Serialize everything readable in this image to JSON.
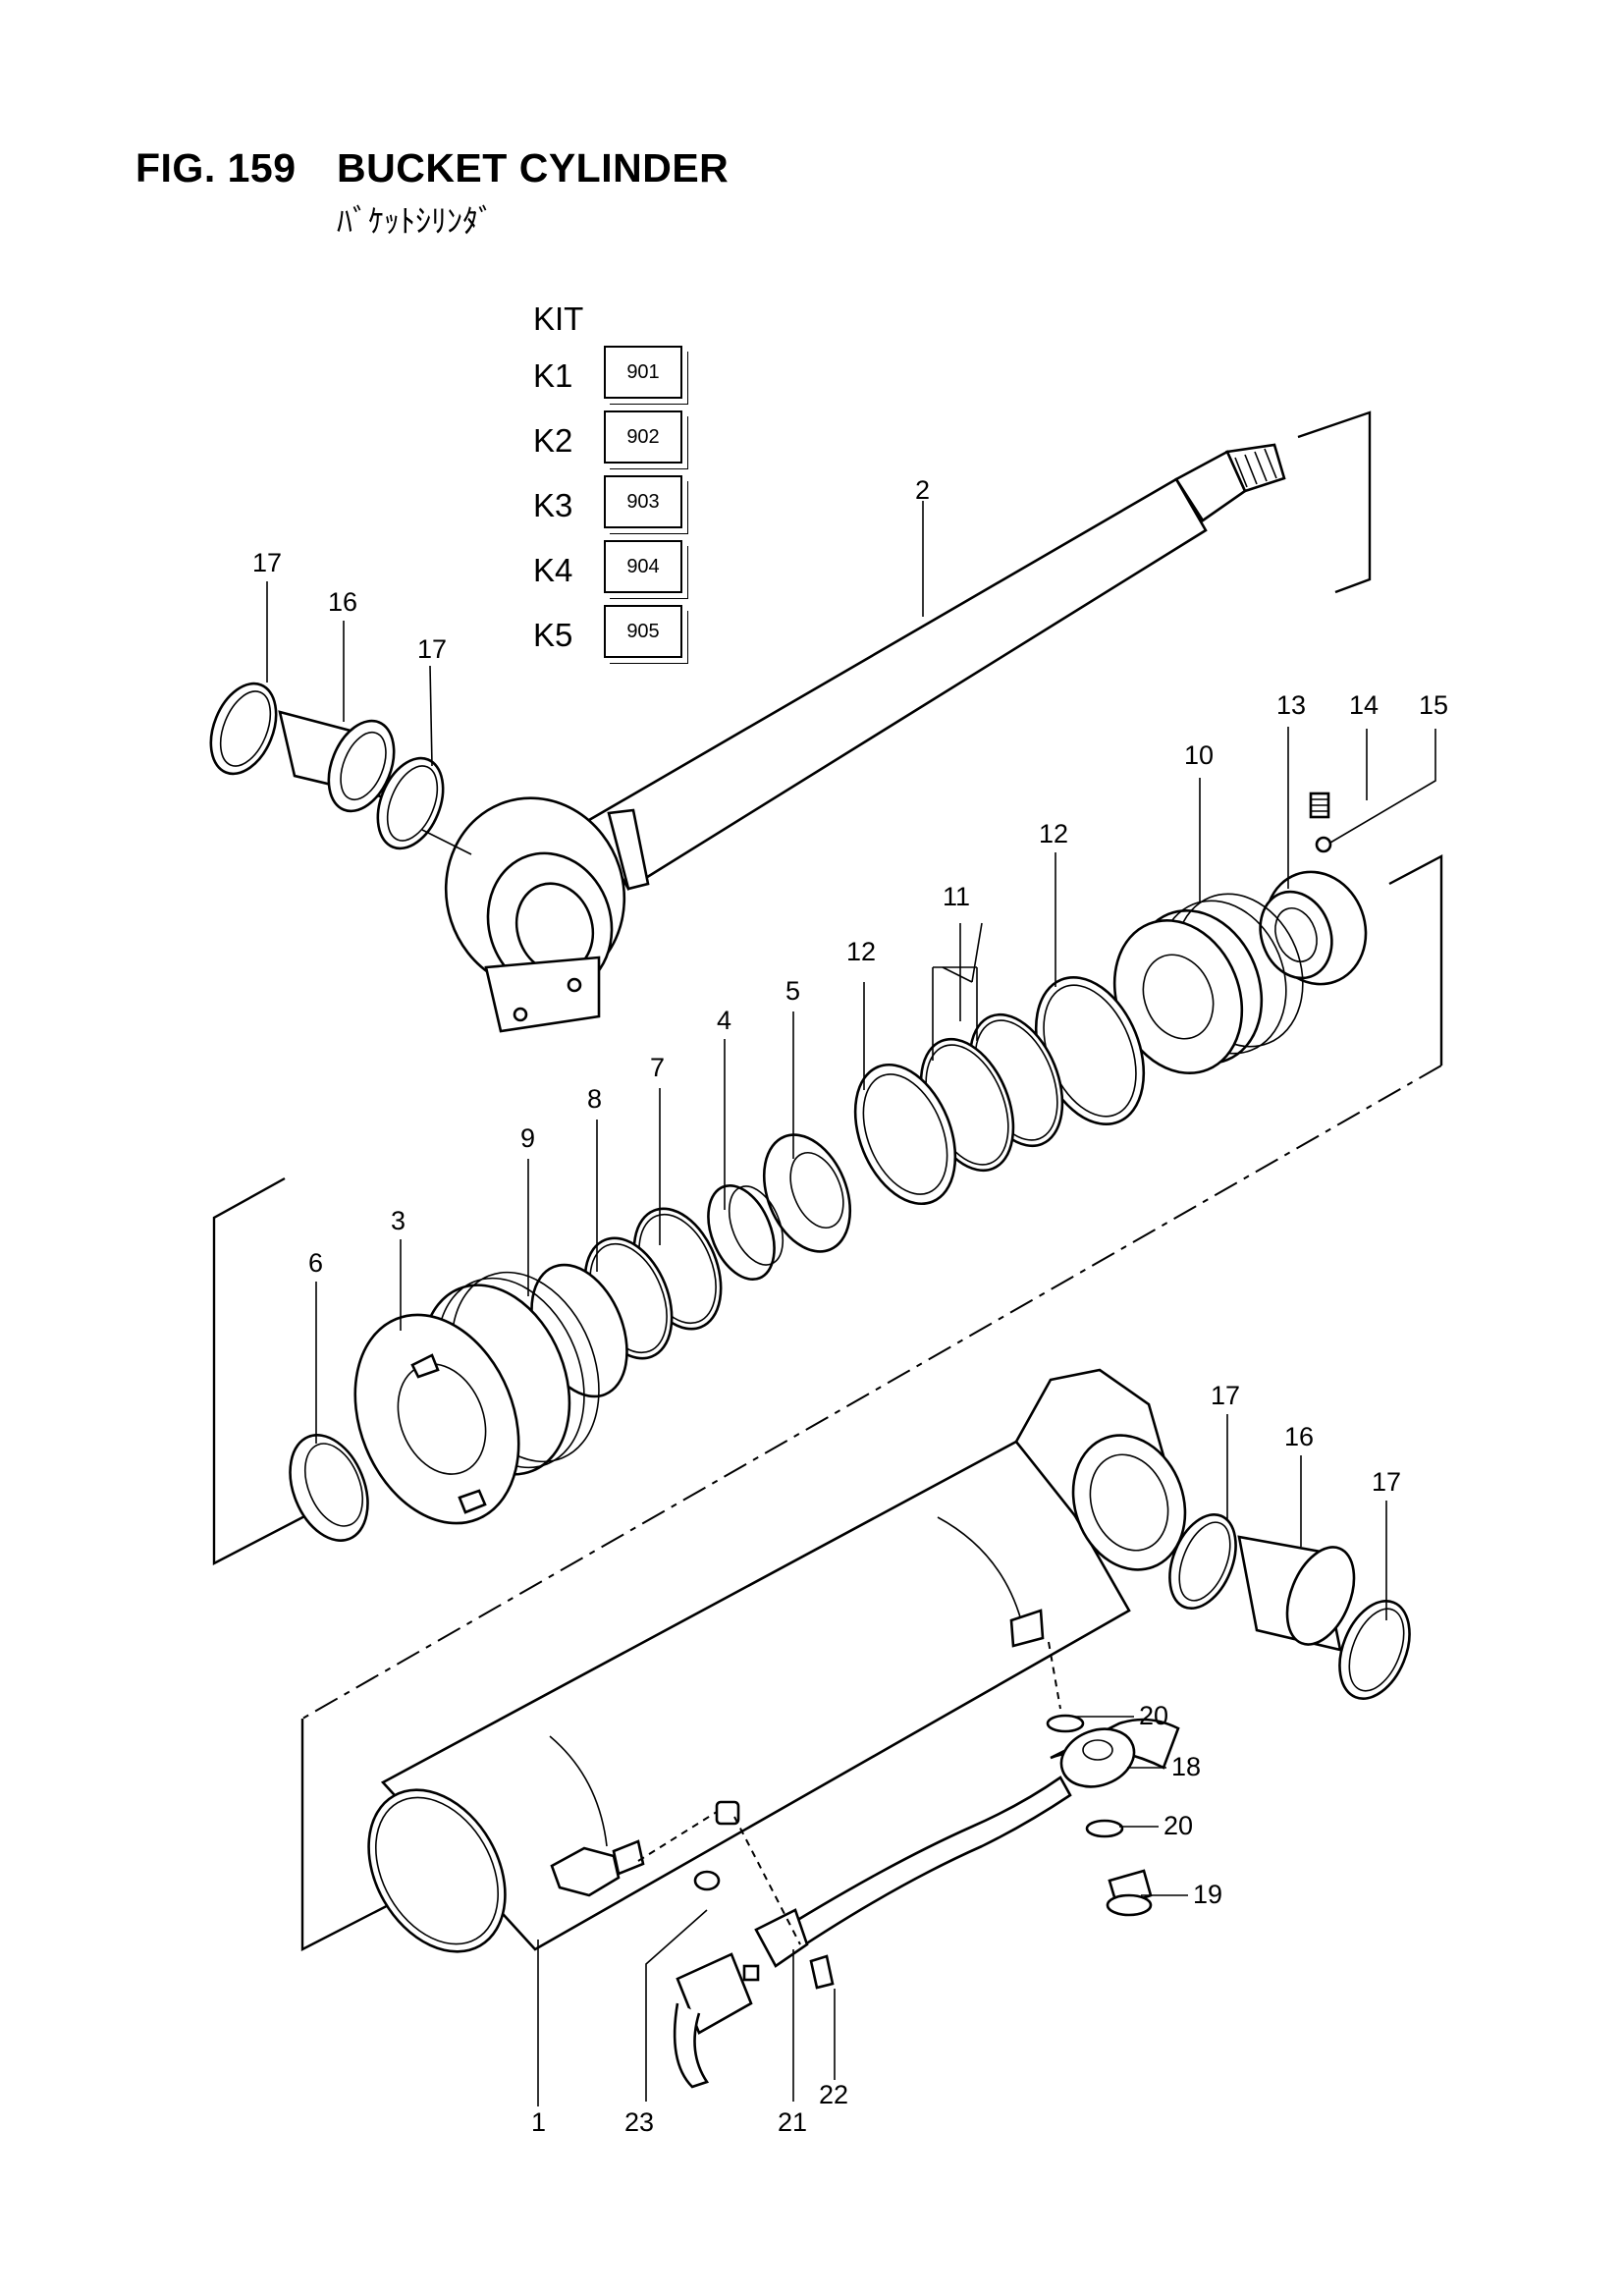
{
  "figure": {
    "number": "FIG. 159",
    "title": "BUCKET CYLINDER",
    "subtitle_jp": "ﾊﾞｹｯﾄｼﾘﾝﾀﾞ"
  },
  "kit": {
    "heading": "KIT",
    "items": [
      {
        "label": "K1",
        "code": "901"
      },
      {
        "label": "K2",
        "code": "902"
      },
      {
        "label": "K3",
        "code": "903"
      },
      {
        "label": "K4",
        "code": "904"
      },
      {
        "label": "K5",
        "code": "905"
      }
    ]
  },
  "callouts": {
    "c1": "1",
    "c2": "2",
    "c3": "3",
    "c4": "4",
    "c5": "5",
    "c6": "6",
    "c7": "7",
    "c8": "8",
    "c9": "9",
    "c10": "10",
    "c11": "11",
    "c12a": "12",
    "c12b": "12",
    "c13": "13",
    "c14": "14",
    "c15": "15",
    "c16a": "16",
    "c16b": "16",
    "c17a": "17",
    "c17b": "17",
    "c17c": "17",
    "c17d": "17",
    "c18": "18",
    "c19": "19",
    "c20a": "20",
    "c20b": "20",
    "c21": "21",
    "c22": "22",
    "c23": "23"
  }
}
